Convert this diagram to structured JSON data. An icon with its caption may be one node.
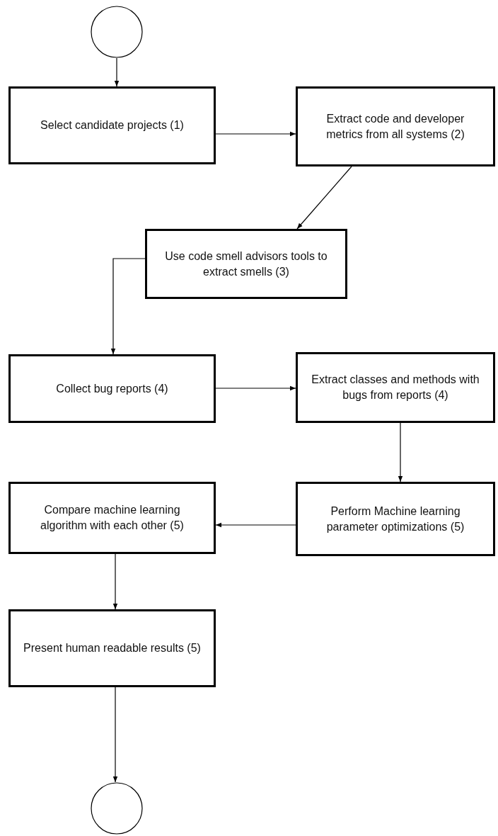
{
  "diagram": {
    "nodes": [
      {
        "text": [],
        "shape": "circle"
      },
      {
        "text": [
          "Select candidate projects (1)"
        ]
      },
      {
        "text": [
          "Extract code and developer metrics from all systems (2)"
        ]
      },
      {
        "text": [
          "Use code smell advisors tools to extract smells (3)"
        ]
      },
      {
        "text": [
          "Collect bug reports (4)"
        ]
      },
      {
        "text": [
          "Extract classes and methods with bugs from reports (4)"
        ]
      },
      {
        "text": [
          "Perform Machine learning parameter optimizations (5)"
        ]
      },
      {
        "text": [
          "Compare machine learning algorithm with each other (5)"
        ]
      },
      {
        "text": [
          "Present human readable results (5)"
        ]
      },
      {
        "text": [],
        "shape": "circle"
      }
    ],
    "edges": [
      {
        "from": 0,
        "to": 1,
        "arrow": "to"
      },
      {
        "from": 1,
        "to": 2,
        "arrow": "to"
      },
      {
        "from": 2,
        "to": 3,
        "arrow": "to"
      },
      {
        "from": 3,
        "to": 4,
        "arrow": "to"
      },
      {
        "from": 4,
        "to": 5,
        "arrow": "to"
      },
      {
        "from": 5,
        "to": 6,
        "arrow": "to"
      },
      {
        "from": 6,
        "to": 7,
        "arrow": "to"
      },
      {
        "from": 7,
        "to": 8,
        "arrow": "to"
      },
      {
        "from": 8,
        "to": 9,
        "arrow": "to"
      }
    ]
  }
}
